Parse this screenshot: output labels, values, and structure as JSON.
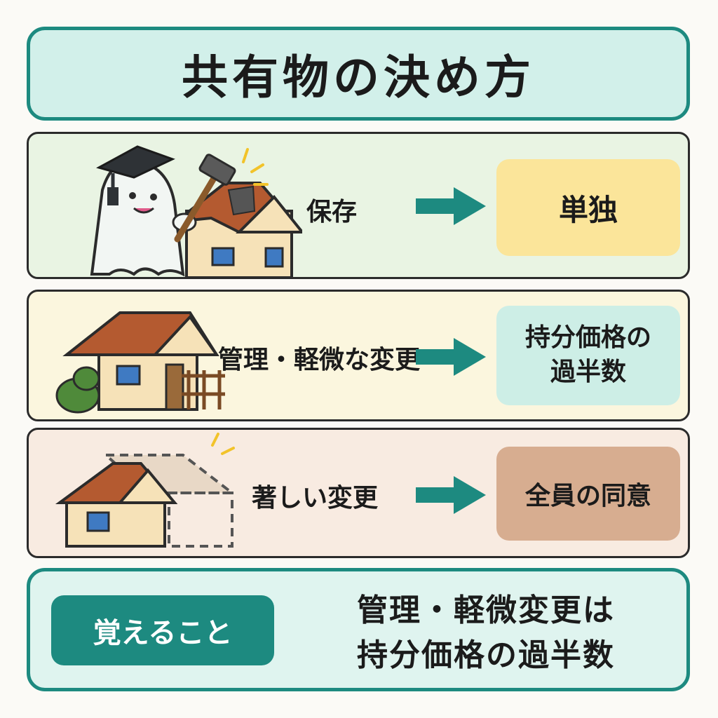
{
  "title": "共有物の決め方",
  "rows": [
    {
      "action": "保存",
      "result": "単独"
    },
    {
      "action": "管理・軽微な変更",
      "result_line1": "持分価格の",
      "result_line2": "過半数"
    },
    {
      "action": "著しい変更",
      "result": "全員の同意"
    }
  ],
  "memo": {
    "badge": "覚えること",
    "line1": "管理・軽微変更は",
    "line2": "持分価格の過半数"
  },
  "colors": {
    "accent": "#1d8a80",
    "yellow": "#fbe59a",
    "mint": "#cdeee6",
    "terracotta": "#d7ad90",
    "roof": "#b45a30",
    "wall": "#f6e2b8"
  }
}
